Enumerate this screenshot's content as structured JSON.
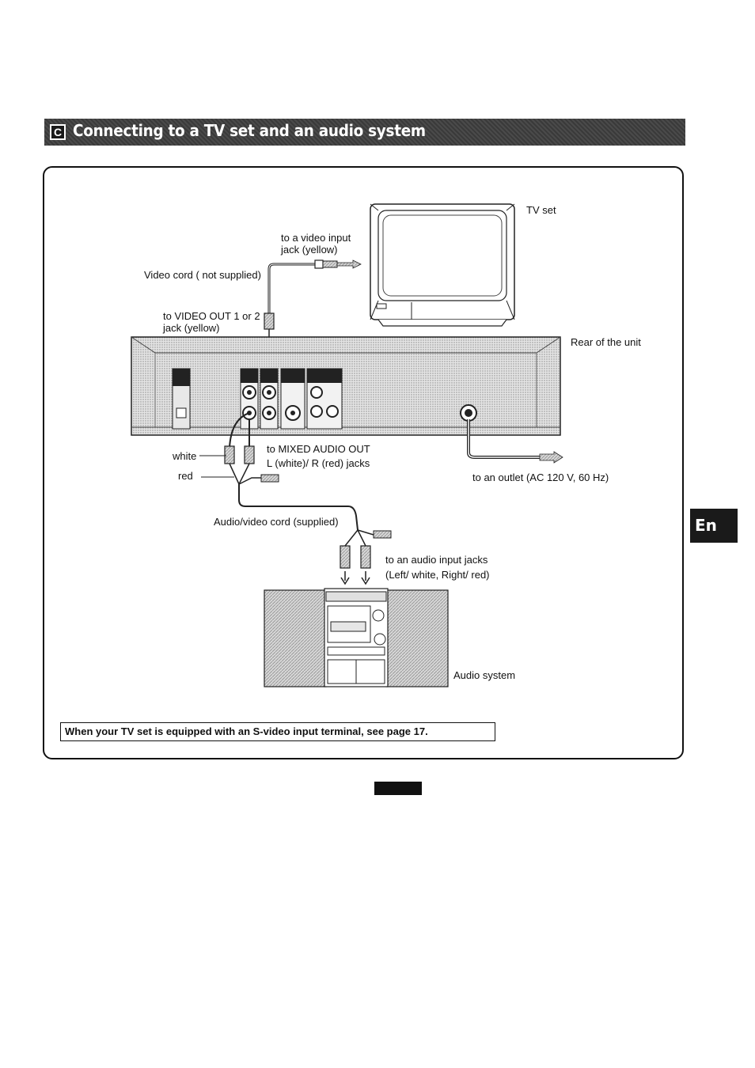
{
  "header": {
    "badge": "C",
    "title": "Connecting to a TV set and an audio system"
  },
  "labels": {
    "tv_set": "TV set",
    "video_input_line1": "to a video input",
    "video_input_line2": "jack (yellow)",
    "video_cord": "Video cord ( not supplied)",
    "video_out_line1": "to VIDEO OUT 1 or 2",
    "video_out_line2": "jack (yellow)",
    "rear_of_unit": "Rear of the unit",
    "white": "white",
    "red": "red",
    "mixed_audio_line1": "to MIXED AUDIO OUT",
    "mixed_audio_line2": "L (white)/ R (red) jacks",
    "outlet": "to an outlet  (AC 120 V, 60 Hz)",
    "av_cord": "Audio/video cord (supplied)",
    "audio_input_line1": "to an audio input jacks",
    "audio_input_line2": "(Left/ white, Right/ red)",
    "audio_system": "Audio system"
  },
  "note": "When your TV set is equipped with an S-video input terminal, see page 17.",
  "side_tab": "En"
}
